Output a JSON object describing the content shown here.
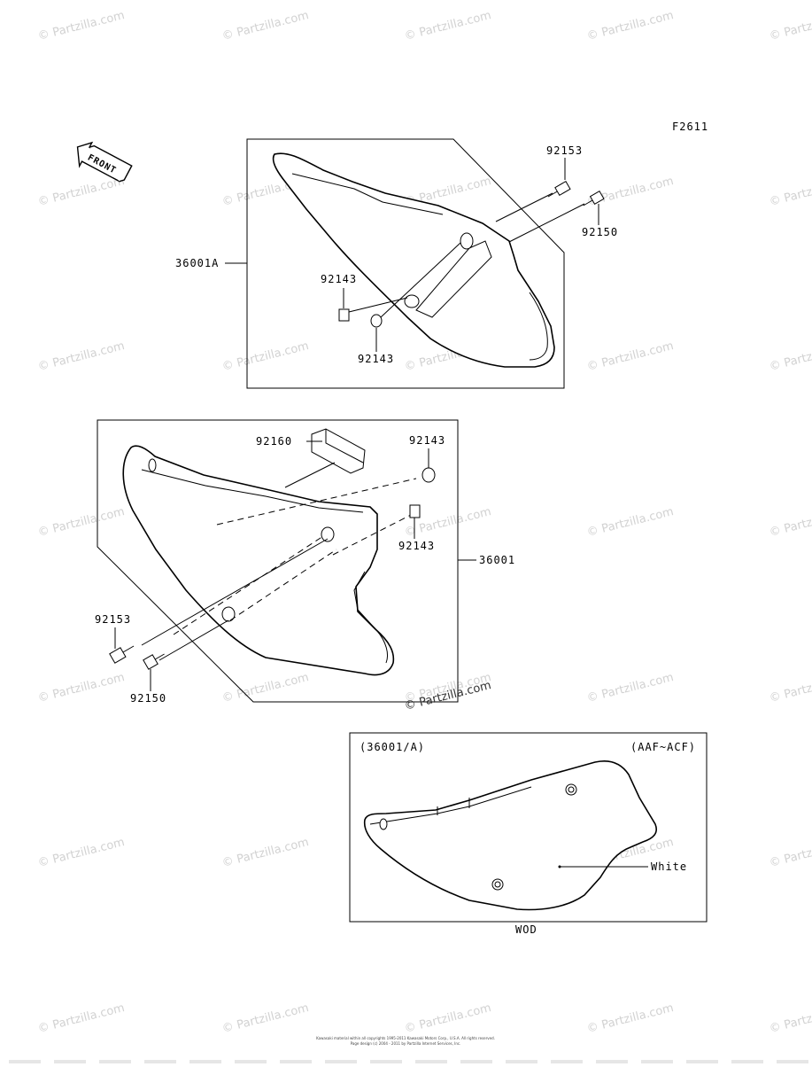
{
  "figure_code": "F2611",
  "front_label": "FRONT",
  "callouts": {
    "top_bolt_a": "92153",
    "top_bolt_b": "92150",
    "top_cover": "36001A",
    "top_washer_a": "92143",
    "top_washer_b": "92143",
    "mid_pad": "92160",
    "mid_washer_a": "92143",
    "mid_washer_b": "92143",
    "mid_cover": "36001",
    "mid_bolt_a": "92153",
    "mid_bolt_b": "92150"
  },
  "variant_box": {
    "part_ref": "(36001/A)",
    "model_range": "(AAF~ACF)",
    "color_note": "White",
    "caption": "WOD"
  },
  "watermark": {
    "text": "© Partzilla.com",
    "emphasized": "© Partzilla.com"
  },
  "footer": {
    "line1": "Kawasaki material within all copyrights 1995-2011 Kawasaki Motors Corp., U.S.A. All rights reserved.",
    "line2": "Page design (c) 2004 - 2011 by Partzilla Internet Services, Inc."
  }
}
